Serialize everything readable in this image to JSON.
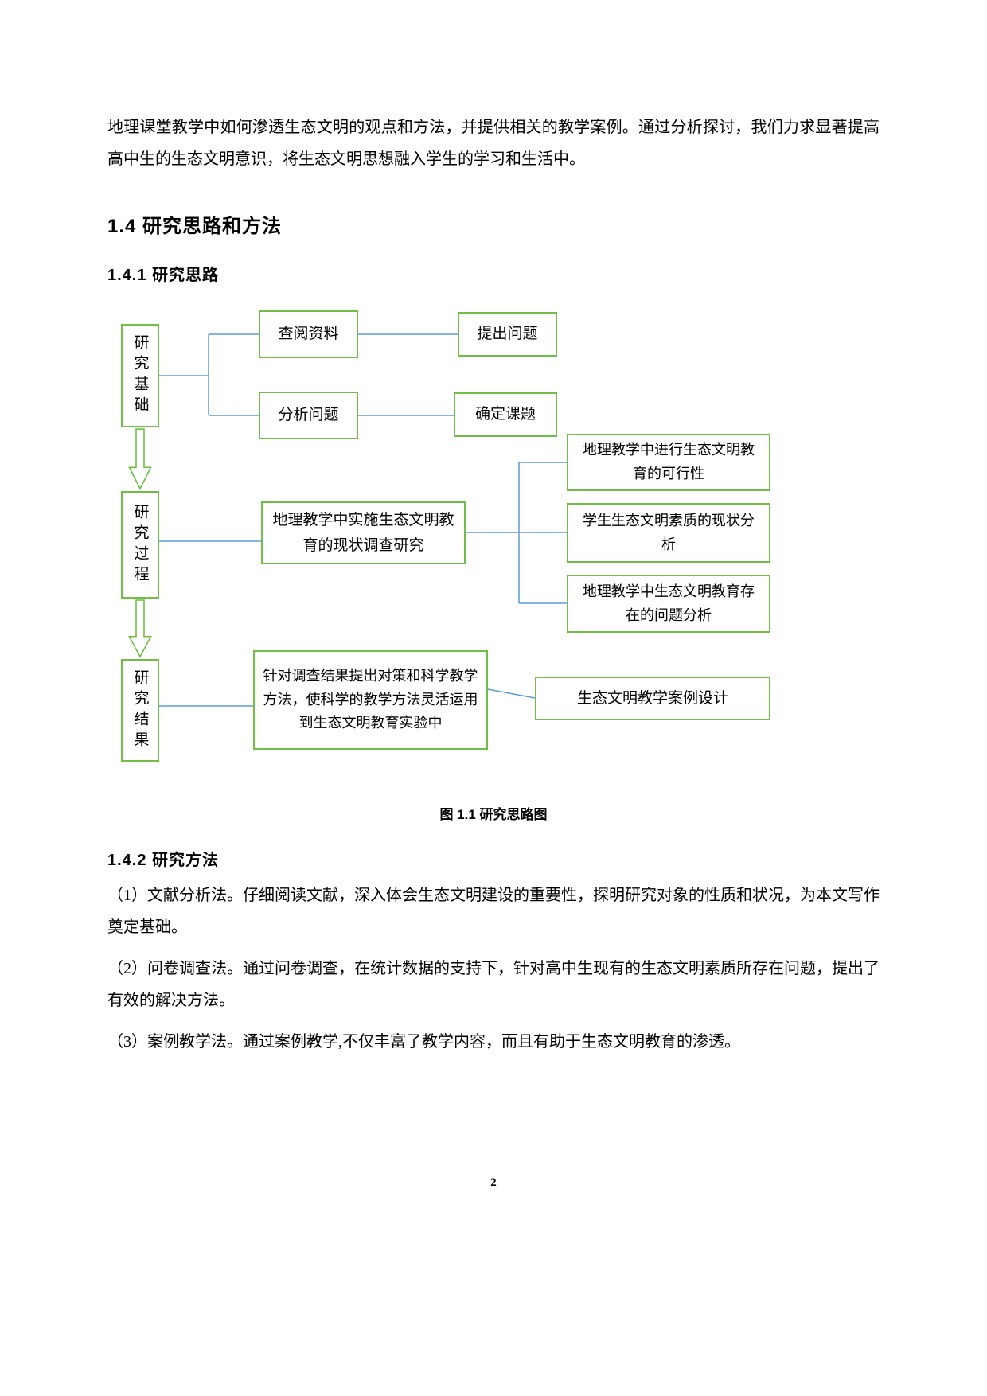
{
  "intro": {
    "text": "地理课堂教学中如何渗透生态文明的观点和方法，并提供相关的教学案例。通过分析探讨，我们力求显著提高高中生的生态文明意识，将生态文明思想融入学生的学习和生活中。"
  },
  "section": {
    "heading": "1.4  研究思路和方法",
    "sub1": "1.4.1  研究思路",
    "sub2": "1.4.2  研究方法"
  },
  "flowchart": {
    "stage_basis": "研究基础",
    "stage_process": "研究过程",
    "stage_result": "研究结果",
    "box_review": "查阅资料",
    "box_raise_question": "提出问题",
    "box_analyze_question": "分析问题",
    "box_confirm_topic": "确定课题",
    "box_survey": "地理教学中实施生态文明教育的现状调查研究",
    "box_feasibility": "地理教学中进行生态文明教育的可行性",
    "box_status": "学生生态文明素质的现状分析",
    "box_problems": "地理教学中生态文明教育存在的问题分析",
    "box_strategy": "针对调查结果提出对策和科学教学方法，使科学的教学方法灵活运用到生态文明教育实验中",
    "box_case_design": "生态文明教学案例设计",
    "caption": "图 1.1  研究思路图",
    "box_border_color": "#6fbe45",
    "connector_color": "#5b9bd5"
  },
  "methods": [
    "（1）文献分析法。仔细阅读文献，深入体会生态文明建设的重要性，探明研究对象的性质和状况，为本文写作奠定基础。",
    "（2）问卷调查法。通过问卷调查，在统计数据的支持下，针对高中生现有的生态文明素质所存在问题，提出了有效的解决方法。",
    "（3）案例教学法。通过案例教学,不仅丰富了教学内容，而且有助于生态文明教育的渗透。"
  ],
  "page": {
    "number": "2"
  }
}
